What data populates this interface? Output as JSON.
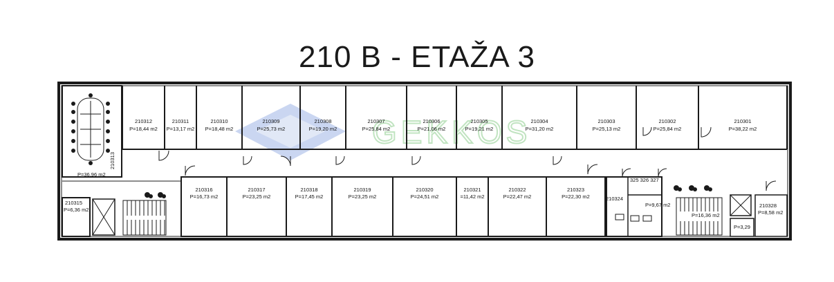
{
  "title": "210 B - ETAŽA 3",
  "watermark": {
    "text": "GEKKOS",
    "color": "#8fcf8f"
  },
  "colors": {
    "wall": "#1a1a1a",
    "line": "#333333",
    "background": "#ffffff"
  },
  "top_rooms": [
    {
      "id": "210312",
      "area": "P=18,44 m2"
    },
    {
      "id": "210311",
      "area": "P=13,17 m2"
    },
    {
      "id": "210310",
      "area": "P=18,48 m2"
    },
    {
      "id": "210309",
      "area": "P=25,73 m2"
    },
    {
      "id": "210308",
      "area": "P=19,20 m2"
    },
    {
      "id": "210307",
      "area": "P=25,84 m2"
    },
    {
      "id": "210306",
      "area": "P=21,06 m2"
    },
    {
      "id": "210305",
      "area": "P=19,21 m2"
    },
    {
      "id": "210304",
      "area": "P=31,20 m2"
    },
    {
      "id": "210303",
      "area": "P=25,13 m2"
    },
    {
      "id": "210302",
      "area": "P=25,84 m2"
    },
    {
      "id": "210301",
      "area": "P=38,22 m2"
    }
  ],
  "bottom_rooms": [
    {
      "id": "210316",
      "area": "P=16,73 m2"
    },
    {
      "id": "210317",
      "area": "P=23,25 m2"
    },
    {
      "id": "210318",
      "area": "P=17,45 m2"
    },
    {
      "id": "210319",
      "area": "P=23,25 m2"
    },
    {
      "id": "210320",
      "area": "P=24,51 m2"
    },
    {
      "id": "210321",
      "area": "=11,42 m2"
    },
    {
      "id": "210322",
      "area": "P=22,47 m2"
    },
    {
      "id": "210323",
      "area": "P=22,30 m2"
    }
  ],
  "misc_labels": {
    "conference_area": "P=36,96 m2",
    "conference_id": "210313",
    "small_room_id": "210315",
    "small_room_area": "P=6,36 m2",
    "wc_id": "210324",
    "wc_small_ids": "325 326 327",
    "wc_area": "P=9,67 m2",
    "stair_area": "P=16,36 m2",
    "room_328_id": "210328",
    "room_328_area": "P=8,58 m2",
    "tiny_area": "P=3,29"
  }
}
